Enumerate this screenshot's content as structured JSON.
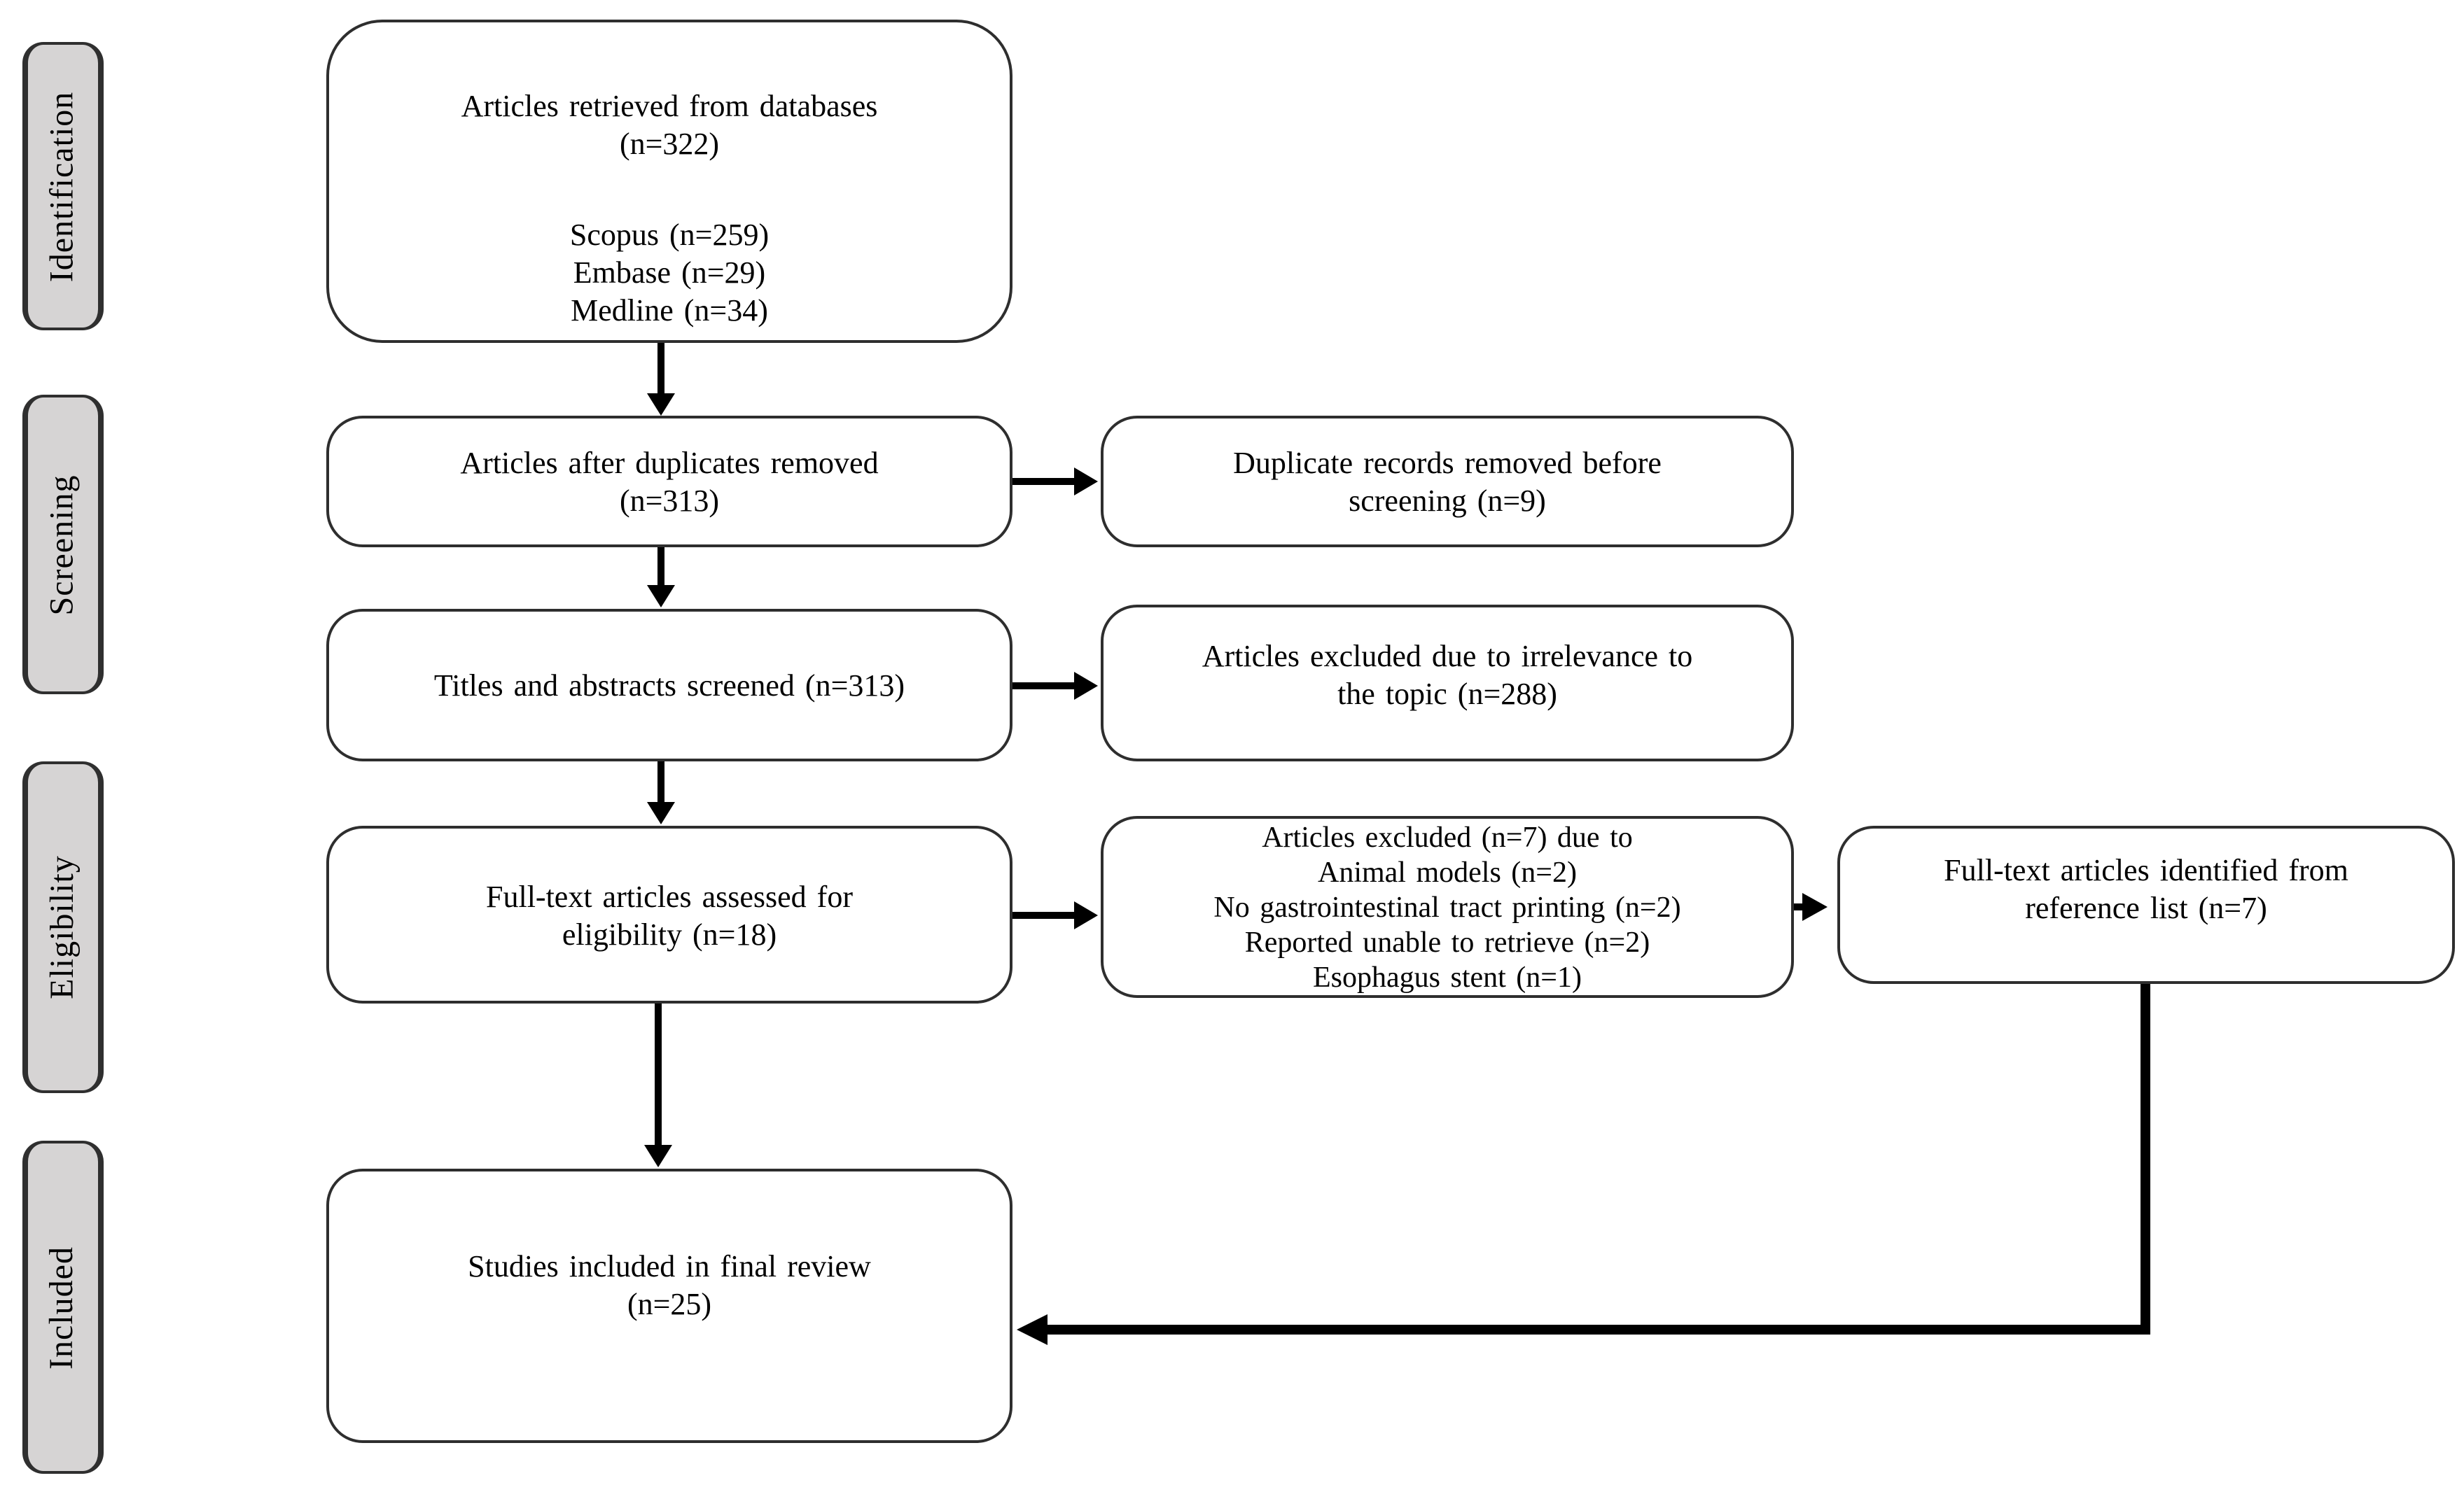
{
  "stages": {
    "identification": "Identification",
    "screening": "Screening",
    "eligibility": "Eligibility",
    "included": "Included"
  },
  "boxes": {
    "retrieved": {
      "lines": [
        "Articles retrieved from databases",
        "(n=322)"
      ],
      "sources": [
        "Scopus (n=259)",
        "Embase (n=29)",
        "Medline (n=34)"
      ]
    },
    "deduplicated": {
      "lines": [
        "Articles after duplicates removed",
        "(n=313)"
      ]
    },
    "duplicates_removed": {
      "lines": [
        "Duplicate records removed before",
        "screening (n=9)"
      ]
    },
    "screened": {
      "lines": [
        "Titles and abstracts screened (n=313)"
      ]
    },
    "excluded_irrelevant": {
      "lines": [
        "Articles excluded due to irrelevance to",
        "the topic (n=288)"
      ]
    },
    "fulltext_assessed": {
      "lines": [
        "Full-text articles assessed for",
        "eligibility (n=18)"
      ]
    },
    "fulltext_excluded": {
      "lines": [
        "Articles excluded (n=7) due to",
        "Animal models (n=2)",
        "No gastrointestinal tract printing (n=2)",
        "Reported unable to retrieve (n=2)",
        "Esophagus stent (n=1)"
      ]
    },
    "reference_list": {
      "lines": [
        "Full-text articles identified from",
        "reference list (n=7)"
      ]
    },
    "included_final": {
      "lines": [
        "Studies included in final review",
        "(n=25)"
      ]
    }
  },
  "colors": {
    "background": "#ffffff",
    "stage_fill": "#d6d4d4",
    "stage_border": "#2f2f2f",
    "box_border": "#2e2e2e",
    "arrow": "#000000",
    "text": "#000000"
  }
}
